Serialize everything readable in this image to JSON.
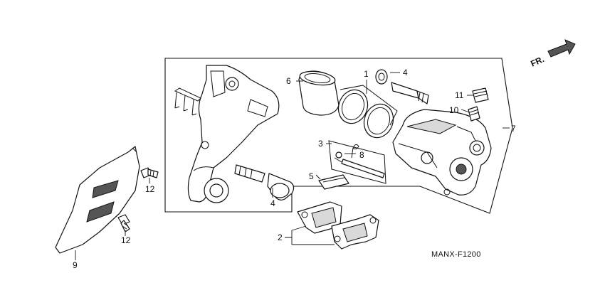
{
  "diagram_code": "MANX-F1200",
  "front_indicator": "FR.",
  "callouts": [
    {
      "id": "1",
      "label": "1"
    },
    {
      "id": "2",
      "label": "2"
    },
    {
      "id": "3",
      "label": "3"
    },
    {
      "id": "4a",
      "label": "4"
    },
    {
      "id": "4b",
      "label": "4"
    },
    {
      "id": "5",
      "label": "5"
    },
    {
      "id": "6",
      "label": "6"
    },
    {
      "id": "7",
      "label": "7"
    },
    {
      "id": "8",
      "label": "8"
    },
    {
      "id": "9",
      "label": "9"
    },
    {
      "id": "10",
      "label": "10"
    },
    {
      "id": "11",
      "label": "11"
    },
    {
      "id": "12a",
      "label": "12"
    },
    {
      "id": "12b",
      "label": "12"
    }
  ]
}
